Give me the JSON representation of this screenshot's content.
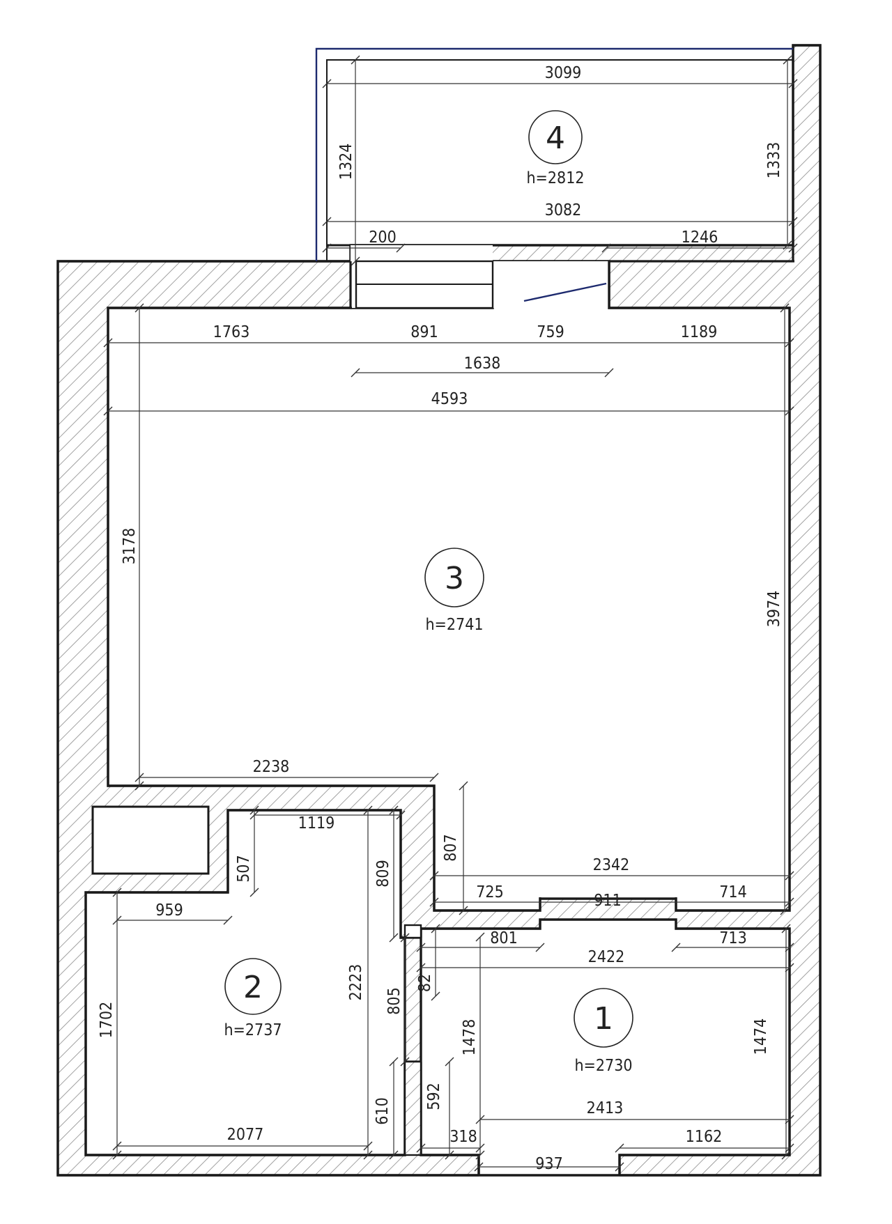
{
  "rooms": [
    {
      "id": "1",
      "height": "h=2730"
    },
    {
      "id": "2",
      "height": "h=2737"
    },
    {
      "id": "3",
      "height": "h=2741"
    },
    {
      "id": "4",
      "height": "h=2812"
    }
  ],
  "dimensions": {
    "d3099": "3099",
    "d1324": "1324",
    "d1333": "1333",
    "d3082": "3082",
    "d200": "200",
    "d1246": "1246",
    "d1763": "1763",
    "d891": "891",
    "d759": "759",
    "d1189": "1189",
    "d1638": "1638",
    "d4593": "4593",
    "d3178": "3178",
    "d3974": "3974",
    "d2238": "2238",
    "d807": "807",
    "d1119": "1119",
    "d507": "507",
    "d809": "809",
    "d2342": "2342",
    "d725": "725",
    "d911": "911",
    "d714": "714",
    "d959": "959",
    "d801": "801",
    "d713": "713",
    "d2422": "2422",
    "d82": "82",
    "d2223": "2223",
    "d805": "805",
    "d1478": "1478",
    "d1474": "1474",
    "d1702": "1702",
    "d592": "592",
    "d610": "610",
    "d2413": "2413",
    "d2077": "2077",
    "d318": "318",
    "d1162": "1162",
    "d937": "937"
  },
  "colors": {
    "wall_line": "#1a1a1a",
    "balcony_line": "#1d2a6e",
    "hatch": "#8a8a8a"
  }
}
